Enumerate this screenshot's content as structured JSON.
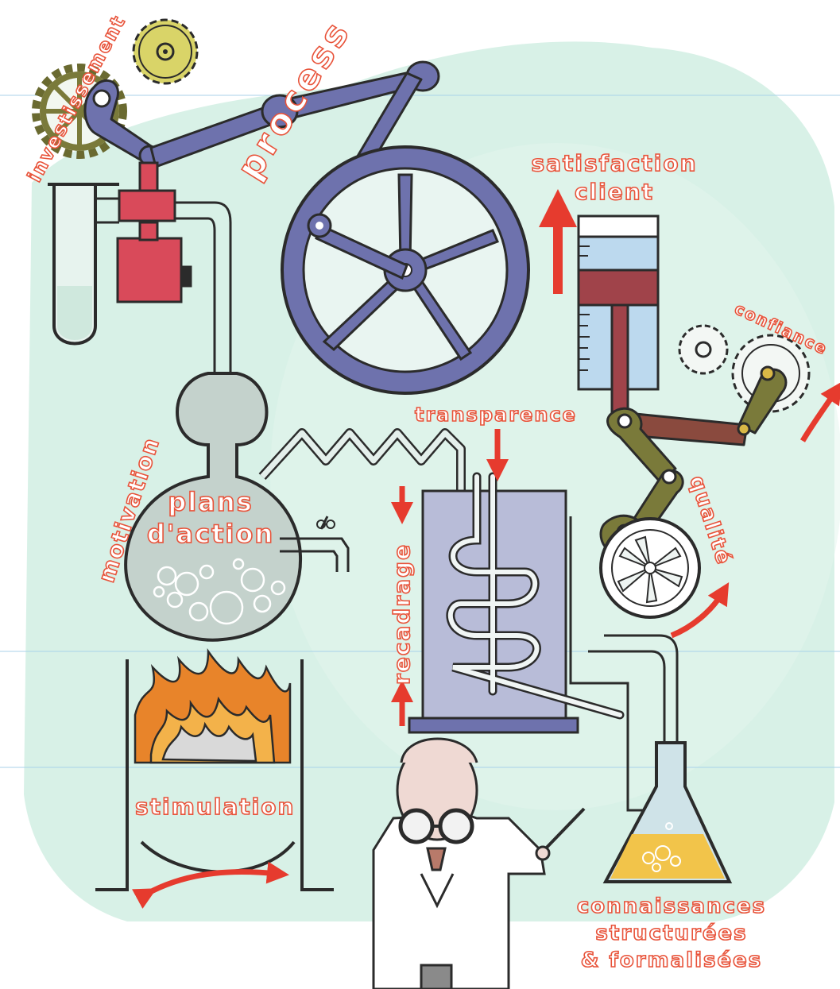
{
  "labels": {
    "investissement": "investissement",
    "process": "process",
    "satisfaction_client_line1": "satisfaction",
    "satisfaction_client_line2": "client",
    "confiance": "confiance",
    "transparence": "transparence",
    "motivation": "motivation",
    "plans_action_line1": "plans",
    "plans_action_line2": "d'action",
    "recadrage": "recadrage",
    "qualite": "qualité",
    "stimulation": "stimulation",
    "connaissances_line1": "connaissances",
    "connaissances_line2": "structurées",
    "connaissances_line3": "& formalisées"
  },
  "colors": {
    "label": "#ec5a3c",
    "wash": "#d6f0e6",
    "machine_blue": "#6e72ad",
    "machine_dark": "#2b2b2b",
    "gear_olive": "#7a7a3a",
    "gear_yellow": "#d9d468",
    "red_valve": "#d94a5a",
    "flask_gray": "#c4d2cc",
    "flame_orange": "#e8842a",
    "liquid_yellow": "#f2c44a",
    "arrow_red": "#e63b2e"
  }
}
